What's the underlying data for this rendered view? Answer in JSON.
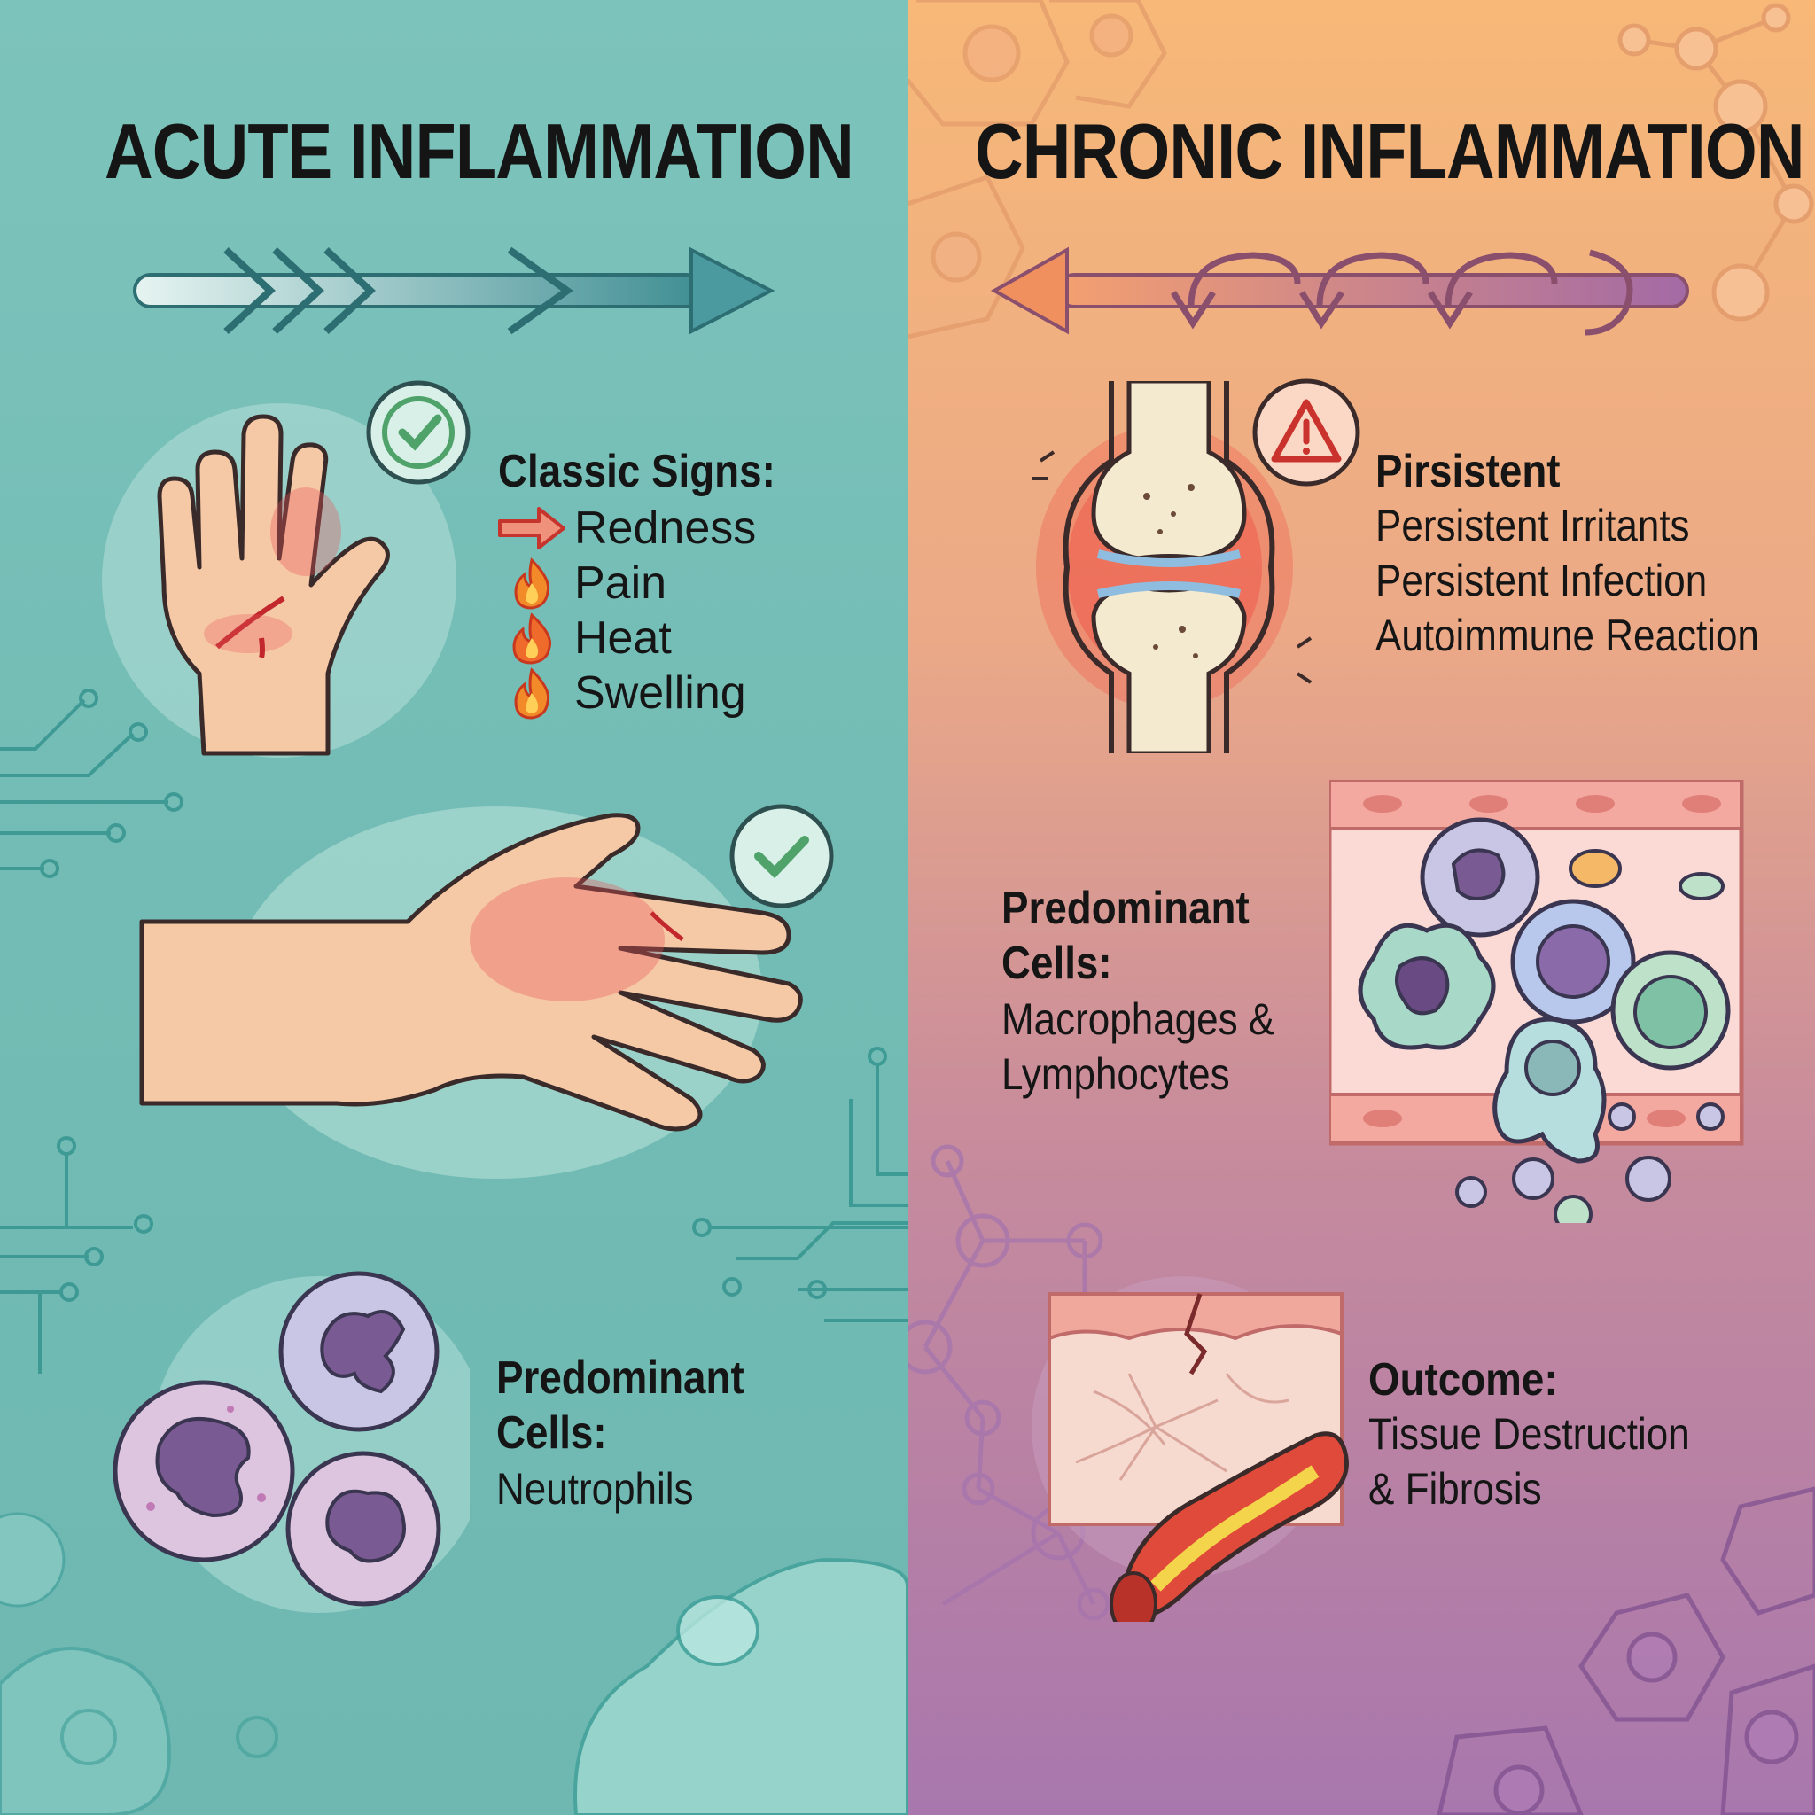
{
  "acute": {
    "title": "ACUTE INFLAMMATION",
    "classic_signs": {
      "heading": "Classic Signs:",
      "items": [
        {
          "label": "Redness",
          "icon": "arrow-right-icon"
        },
        {
          "label": "Pain",
          "icon": "flame-icon"
        },
        {
          "label": "Heat",
          "icon": "flame-icon"
        },
        {
          "label": "Swelling",
          "icon": "flame-icon"
        }
      ]
    },
    "cells": {
      "heading_line1": "Predominant",
      "heading_line2": "Cells:",
      "body": "Neutrophils"
    }
  },
  "chronic": {
    "title": "CHRONIC INFLAMMATION",
    "causes": {
      "heading": "Pirsistent",
      "items": [
        "Persistent Irritants",
        "Persistent Infection",
        "Autoimmune Reaction"
      ]
    },
    "cells": {
      "heading_line1": "Predominant",
      "heading_line2": "Cells:",
      "body_line1": "Macrophages &",
      "body_line2": "Lymphocytes"
    },
    "outcome": {
      "heading": "Outcome:",
      "body_line1": "Tissue Destruction",
      "body_line2": "& Fibrosis"
    }
  },
  "colors": {
    "acute_bg": "#76bfb8",
    "chronic_bg_top": "#f7b878",
    "chronic_bg_bottom": "#a877ad",
    "check_green": "#4fa36a",
    "warning_red": "#c9322d",
    "text": "#151515"
  }
}
